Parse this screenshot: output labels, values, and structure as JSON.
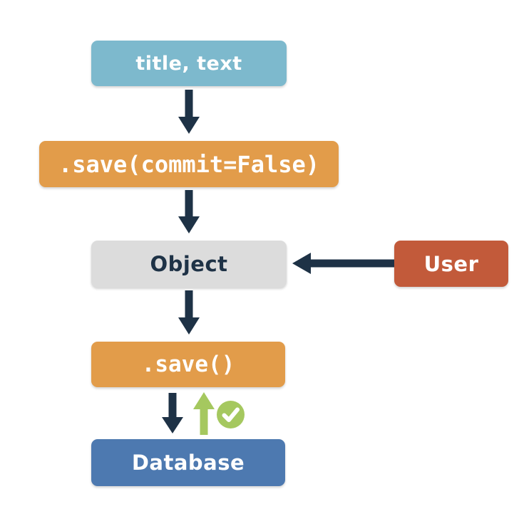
{
  "diagram": {
    "nodes": {
      "title_text": {
        "label": "title, text"
      },
      "save_commit_false": {
        "label": ".save(commit=False)"
      },
      "object": {
        "label": "Object"
      },
      "user": {
        "label": "User"
      },
      "save": {
        "label": ".save()"
      },
      "database": {
        "label": "Database"
      }
    },
    "icons": {
      "down_arrow": "down-arrow",
      "left_arrow": "left-arrow",
      "up_arrow": "up-arrow",
      "check": "check-circle"
    },
    "colors": {
      "light_blue": "#7db9cd",
      "orange": "#e29c4a",
      "gray": "#dcdcdc",
      "rust": "#c25a3a",
      "blue": "#4d79b0",
      "navy": "#1e3246",
      "green": "#a5c85f",
      "white": "#ffffff"
    }
  }
}
